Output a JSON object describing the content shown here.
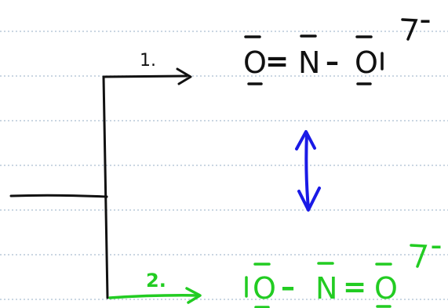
{
  "colors": {
    "rule_line": "#b9c9d9",
    "ink_black": "#111111",
    "ink_blue": "#1a1ae6",
    "ink_green": "#22cc22"
  },
  "labels": {
    "step1": "1.",
    "step2": "2."
  },
  "structure1": {
    "atom_left": "O",
    "bond_left": "=",
    "atom_center": "N",
    "bond_right": "–",
    "atom_right": "O",
    "charge": "–"
  },
  "structure2": {
    "atom_left": "O",
    "bond_left": "–",
    "atom_center": "N",
    "bond_right": "=",
    "atom_right": "O",
    "charge": "–"
  },
  "resonance_arrow": "double-headed-arrow",
  "icons": [
    "right-arrow-icon",
    "double-arrow-icon",
    "bracket"
  ]
}
